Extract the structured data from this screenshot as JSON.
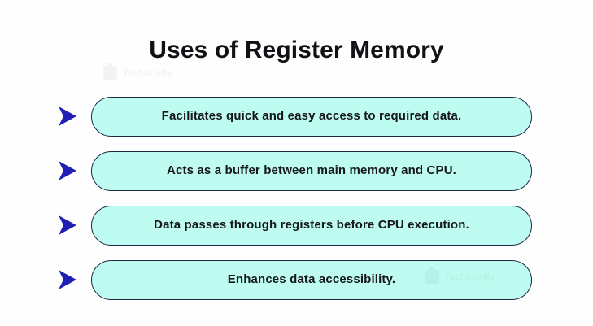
{
  "slide": {
    "background_color": "#fefefe",
    "title": "Uses of Register Memory",
    "accent_arrow_color": "#1f1fb4",
    "pill_fill_color": "#befcf1",
    "pill_border_color": "#1b2745",
    "text_color": "#15171c"
  },
  "watermarks": [
    {
      "id": "watermark-title",
      "text": "Techbriefly"
    },
    {
      "id": "watermark-row4",
      "text": "Techbriefly"
    }
  ],
  "bullets": [
    {
      "index": 1,
      "icon": "arrow-right-icon",
      "text": "Facilitates quick and easy access to required data."
    },
    {
      "index": 2,
      "icon": "arrow-right-icon",
      "text": "Acts as a buffer between main memory and CPU."
    },
    {
      "index": 3,
      "icon": "arrow-right-icon",
      "text": "Data passes through registers before CPU execution."
    },
    {
      "index": 4,
      "icon": "arrow-right-icon",
      "text": "Enhances data accessibility."
    }
  ]
}
